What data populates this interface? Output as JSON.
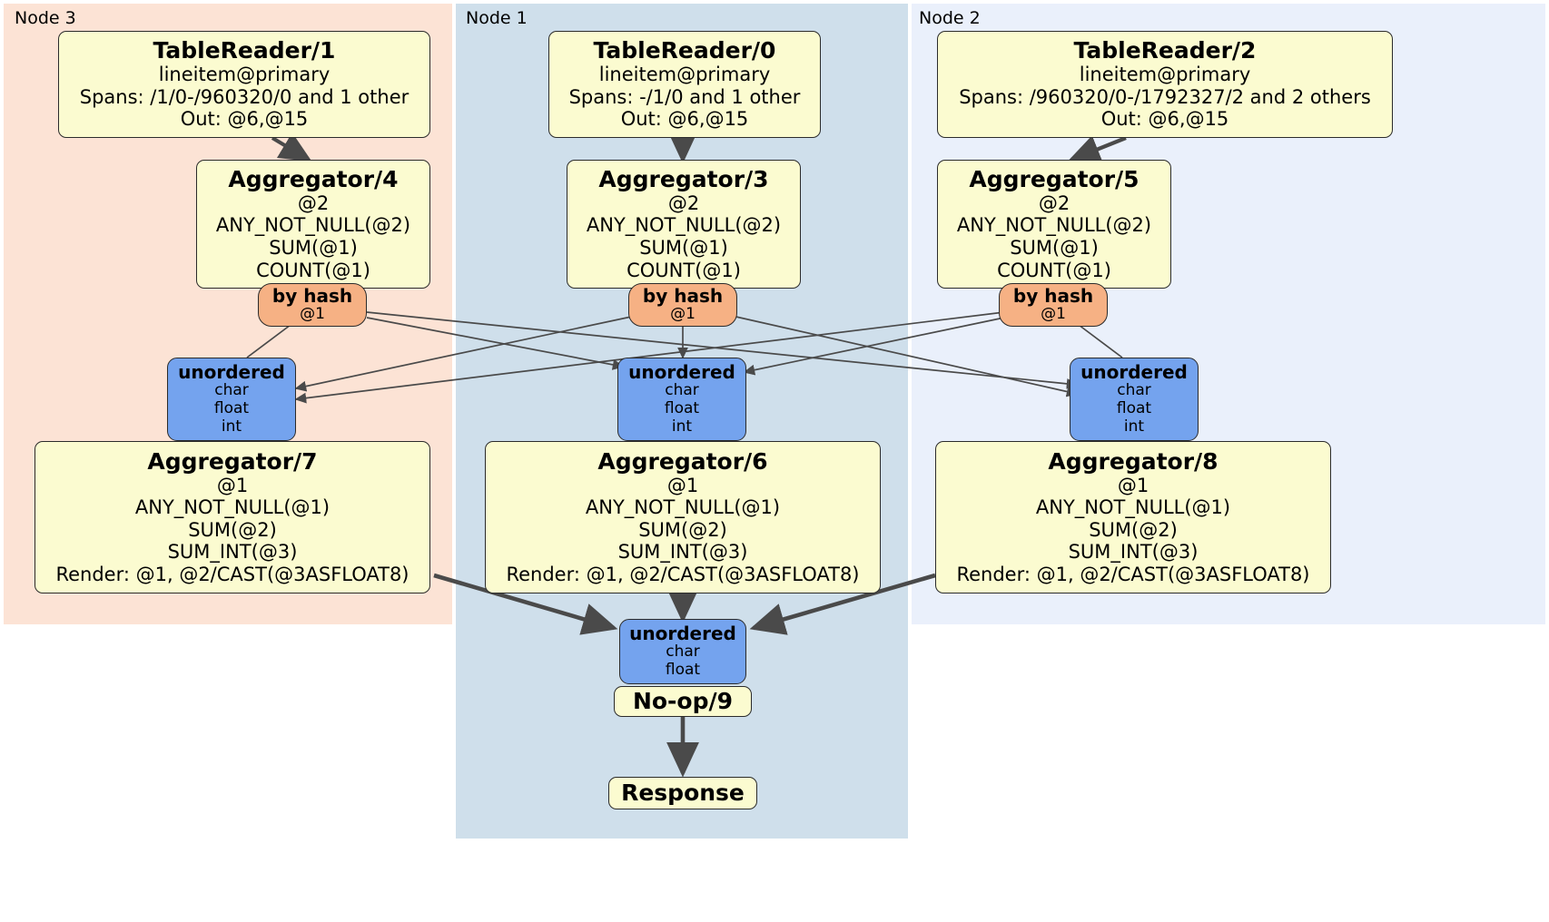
{
  "diagram": {
    "type": "distributed-query-execution-plan",
    "title": "",
    "panels": [
      {
        "id": "node3",
        "label": "Node 3",
        "color": "#fce3d5"
      },
      {
        "id": "node1",
        "label": "Node 1",
        "color": "#cfdfeb"
      },
      {
        "id": "node2",
        "label": "Node 2",
        "color": "#eaf0fb"
      }
    ],
    "colors": {
      "processor_fill": "#fbfbd0",
      "router_fill": "#f6b184",
      "synchronizer_fill": "#74a3ee",
      "border": "#2b2b2b",
      "edge": "#4a4a4a",
      "node3_bg": "#fce3d5",
      "node1_bg": "#cfdfeb",
      "node2_bg": "#eaf0fb"
    },
    "nodes": {
      "tablereader_1": {
        "title": "TableReader/1",
        "lines": [
          "lineitem@primary",
          "Spans: /1/0-/960320/0 and 1 other",
          "Out: @6,@15"
        ]
      },
      "tablereader_0": {
        "title": "TableReader/0",
        "lines": [
          "lineitem@primary",
          "Spans: -/1/0 and 1 other",
          "Out: @6,@15"
        ]
      },
      "tablereader_2": {
        "title": "TableReader/2",
        "lines": [
          "lineitem@primary",
          "Spans: /960320/0-/1792327/2 and 2 others",
          "Out: @6,@15"
        ]
      },
      "aggregator_4": {
        "title": "Aggregator/4",
        "lines": [
          "@2",
          "ANY_NOT_NULL(@2)",
          "SUM(@1)",
          "COUNT(@1)"
        ]
      },
      "aggregator_3": {
        "title": "Aggregator/3",
        "lines": [
          "@2",
          "ANY_NOT_NULL(@2)",
          "SUM(@1)",
          "COUNT(@1)"
        ]
      },
      "aggregator_5": {
        "title": "Aggregator/5",
        "lines": [
          "@2",
          "ANY_NOT_NULL(@2)",
          "SUM(@1)",
          "COUNT(@1)"
        ]
      },
      "aggregator_7": {
        "title": "Aggregator/7",
        "lines": [
          "@1",
          "ANY_NOT_NULL(@1)",
          "SUM(@2)",
          "SUM_INT(@3)",
          "Render: @1, @2/CAST(@3ASFLOAT8)"
        ]
      },
      "aggregator_6": {
        "title": "Aggregator/6",
        "lines": [
          "@1",
          "ANY_NOT_NULL(@1)",
          "SUM(@2)",
          "SUM_INT(@3)",
          "Render: @1, @2/CAST(@3ASFLOAT8)"
        ]
      },
      "aggregator_8": {
        "title": "Aggregator/8",
        "lines": [
          "@1",
          "ANY_NOT_NULL(@1)",
          "SUM(@2)",
          "SUM_INT(@3)",
          "Render: @1, @2/CAST(@3ASFLOAT8)"
        ]
      },
      "router_left": {
        "title": "by hash",
        "lines": [
          "@1"
        ]
      },
      "router_center": {
        "title": "by hash",
        "lines": [
          "@1"
        ]
      },
      "router_right": {
        "title": "by hash",
        "lines": [
          "@1"
        ]
      },
      "sync_left": {
        "title": "unordered",
        "lines": [
          "char",
          "float",
          "int"
        ]
      },
      "sync_center": {
        "title": "unordered",
        "lines": [
          "char",
          "float",
          "int"
        ]
      },
      "sync_right": {
        "title": "unordered",
        "lines": [
          "char",
          "float",
          "int"
        ]
      },
      "sync_final": {
        "title": "unordered",
        "lines": [
          "char",
          "float"
        ]
      },
      "noop_9": {
        "title": "No-op/9",
        "lines": []
      },
      "response": {
        "title": "Response",
        "lines": []
      }
    }
  }
}
